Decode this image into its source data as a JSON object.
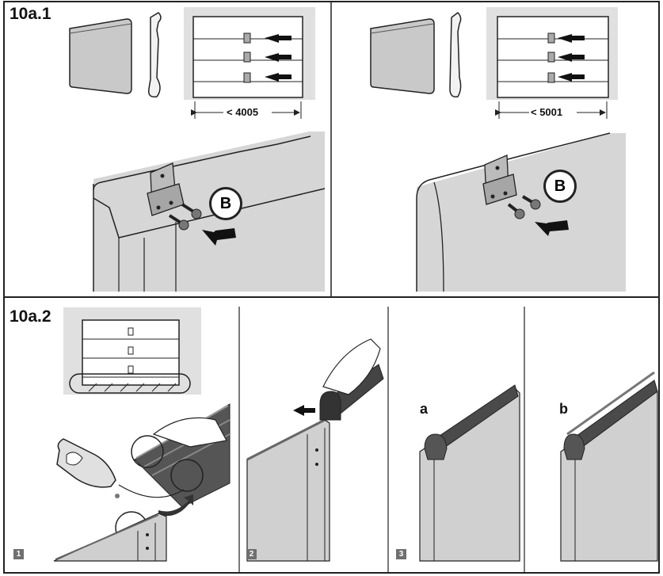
{
  "sections": {
    "top": {
      "label": "10a.1"
    },
    "bottom": {
      "label": "10a.2"
    }
  },
  "dimensions": {
    "left": "< 4005",
    "right": "< 5001"
  },
  "callouts": {
    "left": "B",
    "right": "B"
  },
  "steps": [
    "1",
    "2",
    "3"
  ],
  "variants": {
    "a": "a",
    "b": "b"
  }
}
